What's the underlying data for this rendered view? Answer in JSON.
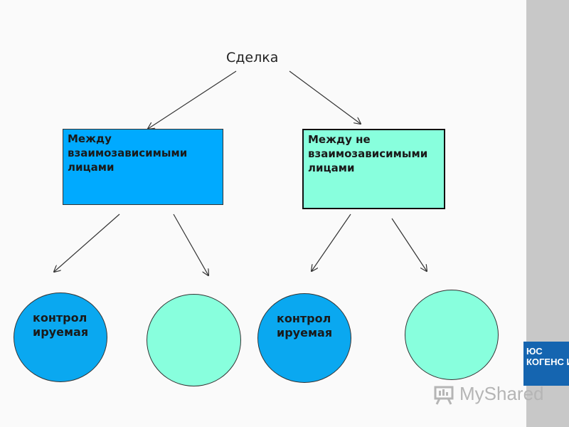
{
  "diagram": {
    "root": {
      "label": "Сделка"
    },
    "branches": [
      {
        "label": "Между взаимозависимыми лицами",
        "color": "#00aaff",
        "children": [
          {
            "label": "контрол ируемая",
            "color": "#0aa8f0"
          },
          {
            "label": "",
            "color": "#88ffdd"
          }
        ]
      },
      {
        "label": "Между не взаимозависимыми лицами",
        "color": "#88ffdd",
        "children": [
          {
            "label": "контрол ируемая",
            "color": "#0aa8f0"
          },
          {
            "label": "",
            "color": "#88ffdd"
          }
        ]
      }
    ]
  },
  "branding": {
    "logo_text": "ЮС\nКОГЕНС И",
    "logo_color": "#1565b0",
    "watermark": "MyShared",
    "watermark_icon": "presentation-board-icon"
  }
}
